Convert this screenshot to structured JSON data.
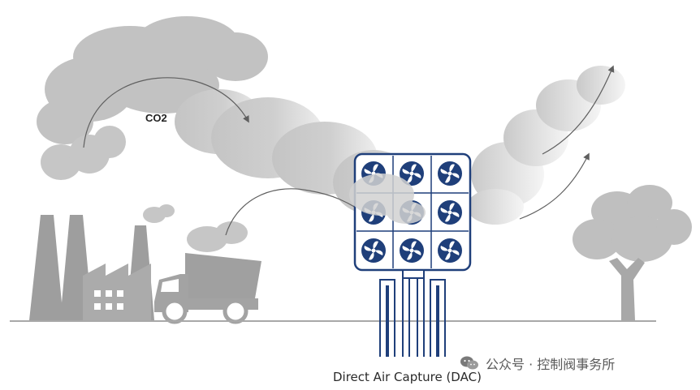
{
  "labels": {
    "gas": "CO2",
    "caption": "Direct Air Capture (DAC)"
  },
  "watermark": {
    "text": "公众号 · 控制阀事务所",
    "icon": "wechat-icon"
  },
  "colors": {
    "smoke": "#bdbdbd",
    "structure": "#9e9e9e",
    "dac_blue": "#1f3f7a",
    "arrow": "#5f5f5f",
    "ground": "#a8a8a8"
  },
  "icons": [
    "fan-icon",
    "wechat-icon"
  ],
  "dac_unit": {
    "fan_rows": 3,
    "fan_cols": 3
  }
}
